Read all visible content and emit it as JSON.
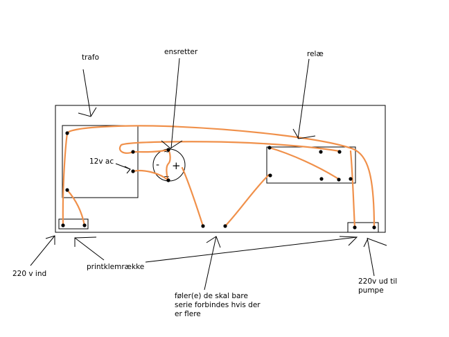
{
  "labels": {
    "trafo": "trafo",
    "ensretter": "ensretter",
    "relae": "relæ",
    "ac_12v": "12v ac",
    "supply_in": "220 v ind",
    "terminal_block": "printklemrække",
    "sensor_line1": "føler(e) de skal bare",
    "sensor_line2": "serie forbindes hvis der",
    "sensor_line3": "er flere",
    "pump_out_line1": "220v ud til",
    "pump_out_line2": "pumpe"
  },
  "symbols": {
    "plus": "+",
    "minus": "-",
    "ac_mark_top": "~",
    "ac_mark_bottom": "~"
  },
  "colors": {
    "wire": "#f0904a",
    "outline": "#000000",
    "background": "#ffffff"
  }
}
